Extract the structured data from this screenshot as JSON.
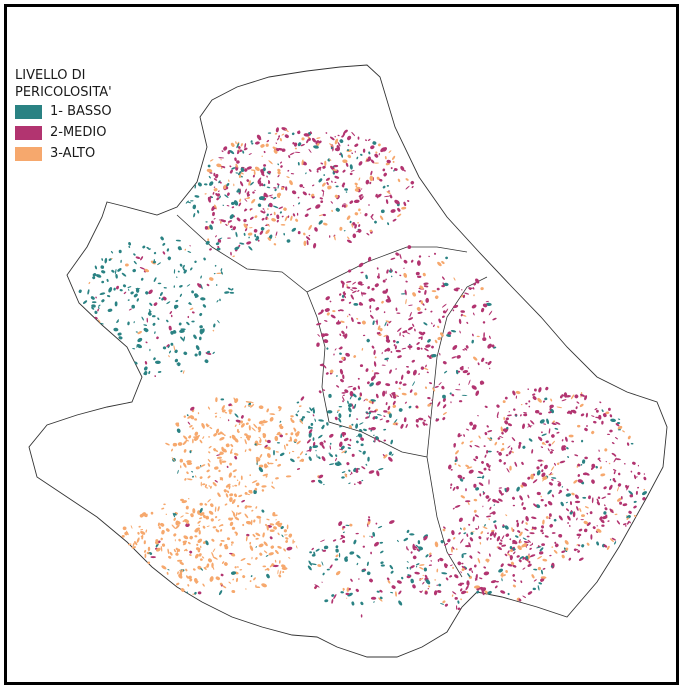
{
  "legend": {
    "title": "LIVELLO DI PERICOLOSITA'",
    "items": [
      {
        "label": "1- BASSO",
        "color": "#2a8283"
      },
      {
        "label": "2-MEDIO",
        "color": "#b23470"
      },
      {
        "label": "3-ALTO",
        "color": "#f6a86d"
      }
    ]
  }
}
